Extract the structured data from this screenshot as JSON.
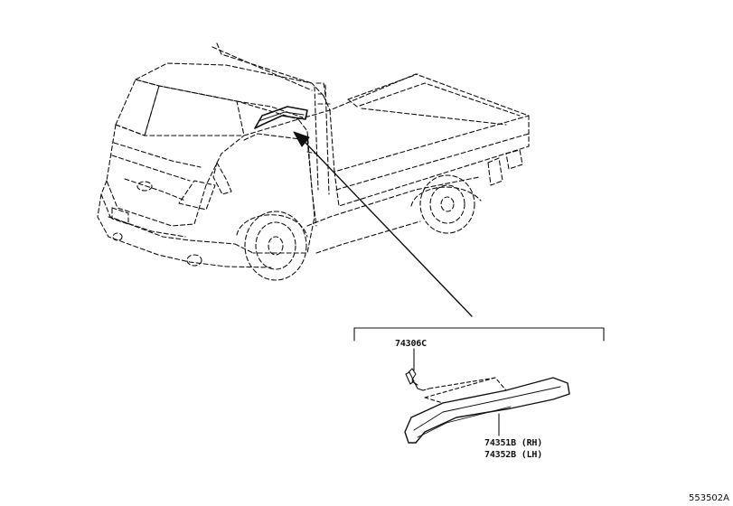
{
  "parts": [
    {
      "id": "clip",
      "number": "74306C"
    },
    {
      "id": "visor-rh",
      "number": "74351B (RH)"
    },
    {
      "id": "visor-lh",
      "number": "74352B (LH)"
    }
  ],
  "figure_id": "553502A"
}
